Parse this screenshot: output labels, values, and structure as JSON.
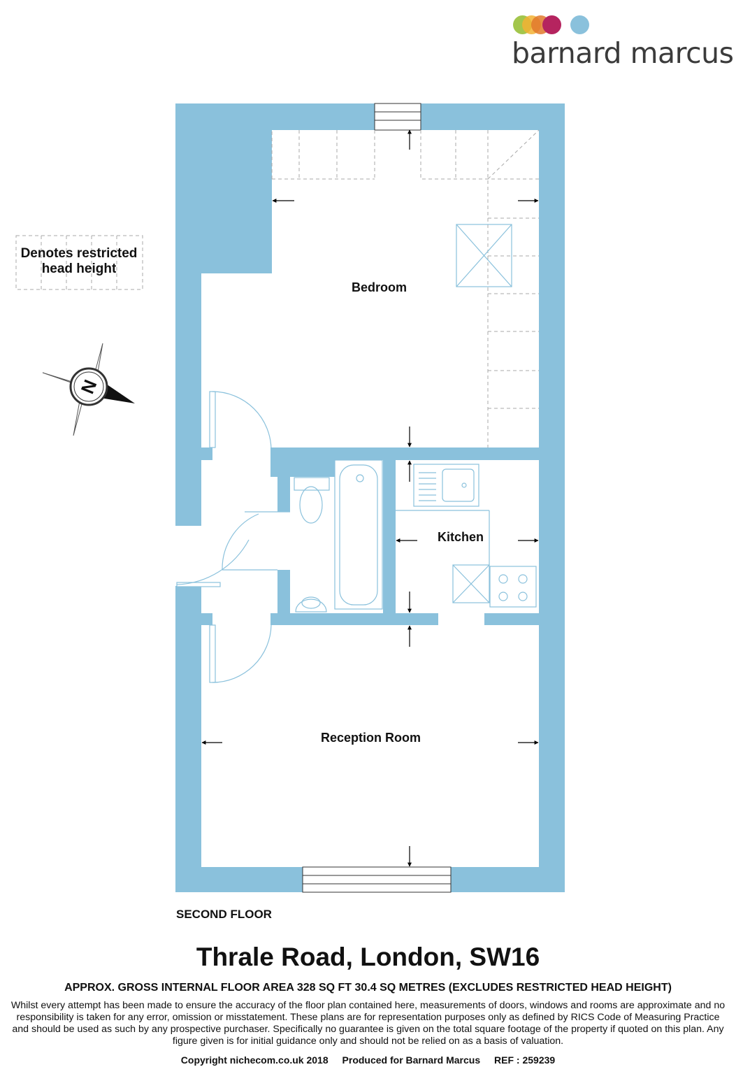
{
  "brand": {
    "name": "barnard marcus",
    "dot_colors": [
      "#9bc13d",
      "#f2b134",
      "#e0792b",
      "#b5245f",
      "#8ac1dc"
    ]
  },
  "legend": {
    "line1": "Denotes restricted",
    "line2": "head height"
  },
  "compass": {
    "letter": "N"
  },
  "rooms": {
    "bedroom": "Bedroom",
    "kitchen": "Kitchen",
    "reception": "Reception Room"
  },
  "floor_name": "SECOND FLOOR",
  "address": "Thrale Road, London, SW16",
  "area_statement": "APPROX. GROSS INTERNAL FLOOR AREA 328 SQ FT 30.4 SQ METRES (EXCLUDES RESTRICTED HEAD HEIGHT)",
  "disclaimer": "Whilst every attempt has been made to ensure the accuracy of the floor plan contained here, measurements of doors, windows and rooms are approximate and no responsibility is taken for any error, omission or misstatement. These plans are for representation purposes only as defined by RICS Code of Measuring Practice and should be used as such by any prospective purchaser.  Specifically no guarantee is given on the total square footage of the property if quoted on this plan. Any figure given is for initial guidance only and should not be relied on as a basis of valuation.",
  "footer": {
    "copyright": "Copyright nichecom.co.uk 2018",
    "produced_for": "Produced for Barnard Marcus",
    "ref": "REF : 259239"
  },
  "colors": {
    "wall": "#8ac1dc",
    "fixture_line": "#8ac1dc",
    "dash": "#a8a8a8"
  }
}
